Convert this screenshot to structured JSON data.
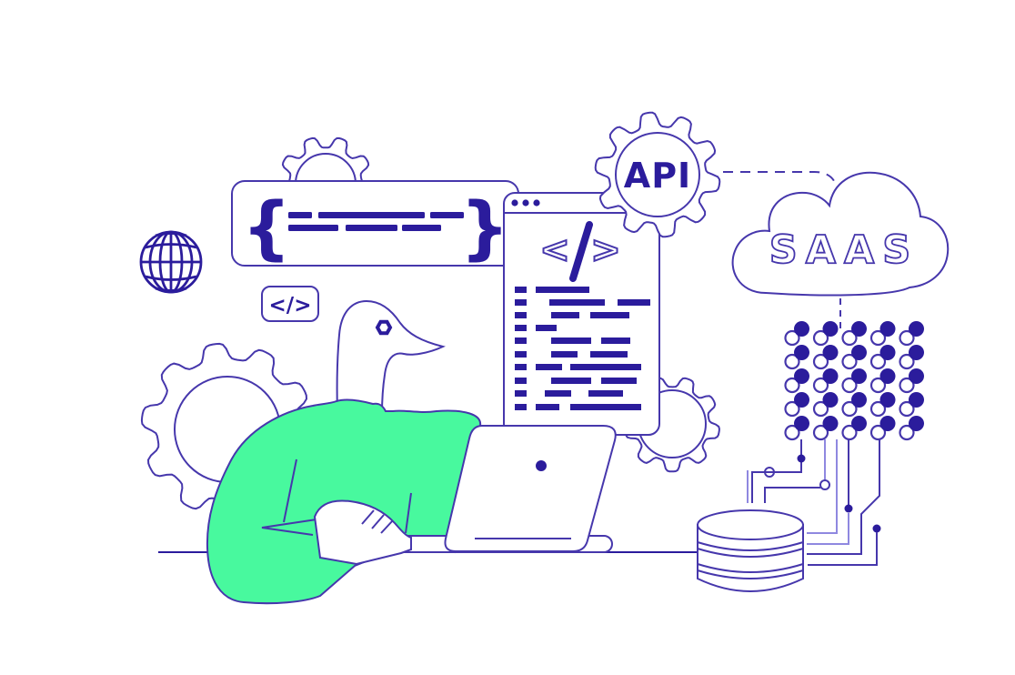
{
  "illustration_title": "SaaS API development illustration",
  "palette": {
    "ink": "#4637AC",
    "ink_bold": "#2B1C9C",
    "green": "#48F99E",
    "lavender": "#8F88E0",
    "bg": "#FFFFFF"
  },
  "labels": {
    "api_badge": "API",
    "saas_cloud": "SAAS",
    "brace_open": "{",
    "brace_close": "}",
    "code_badge_tag": "</>",
    "window_tag_lt": "<",
    "window_tag_gt": ">"
  },
  "icons": {
    "globe-icon": "wireframe globe",
    "gear-icon": "cog wheel (x4)",
    "code-badge-icon": "</> rounded badge",
    "browser-window-icon": "code window with 3 dots",
    "api-gear-icon": "gear with API label",
    "saas-cloud-icon": "outlined cloud with SAAS",
    "dot-matrix-icon": "5x5 paired-dot grid",
    "database-icon": "3-disk cylinder stack",
    "circuit-icon": "circuit traces with nodes",
    "person": "bird-headed figure in green sweater at laptop"
  },
  "matrix": {
    "rows": 5,
    "cols": 5
  },
  "window_dots": 3
}
